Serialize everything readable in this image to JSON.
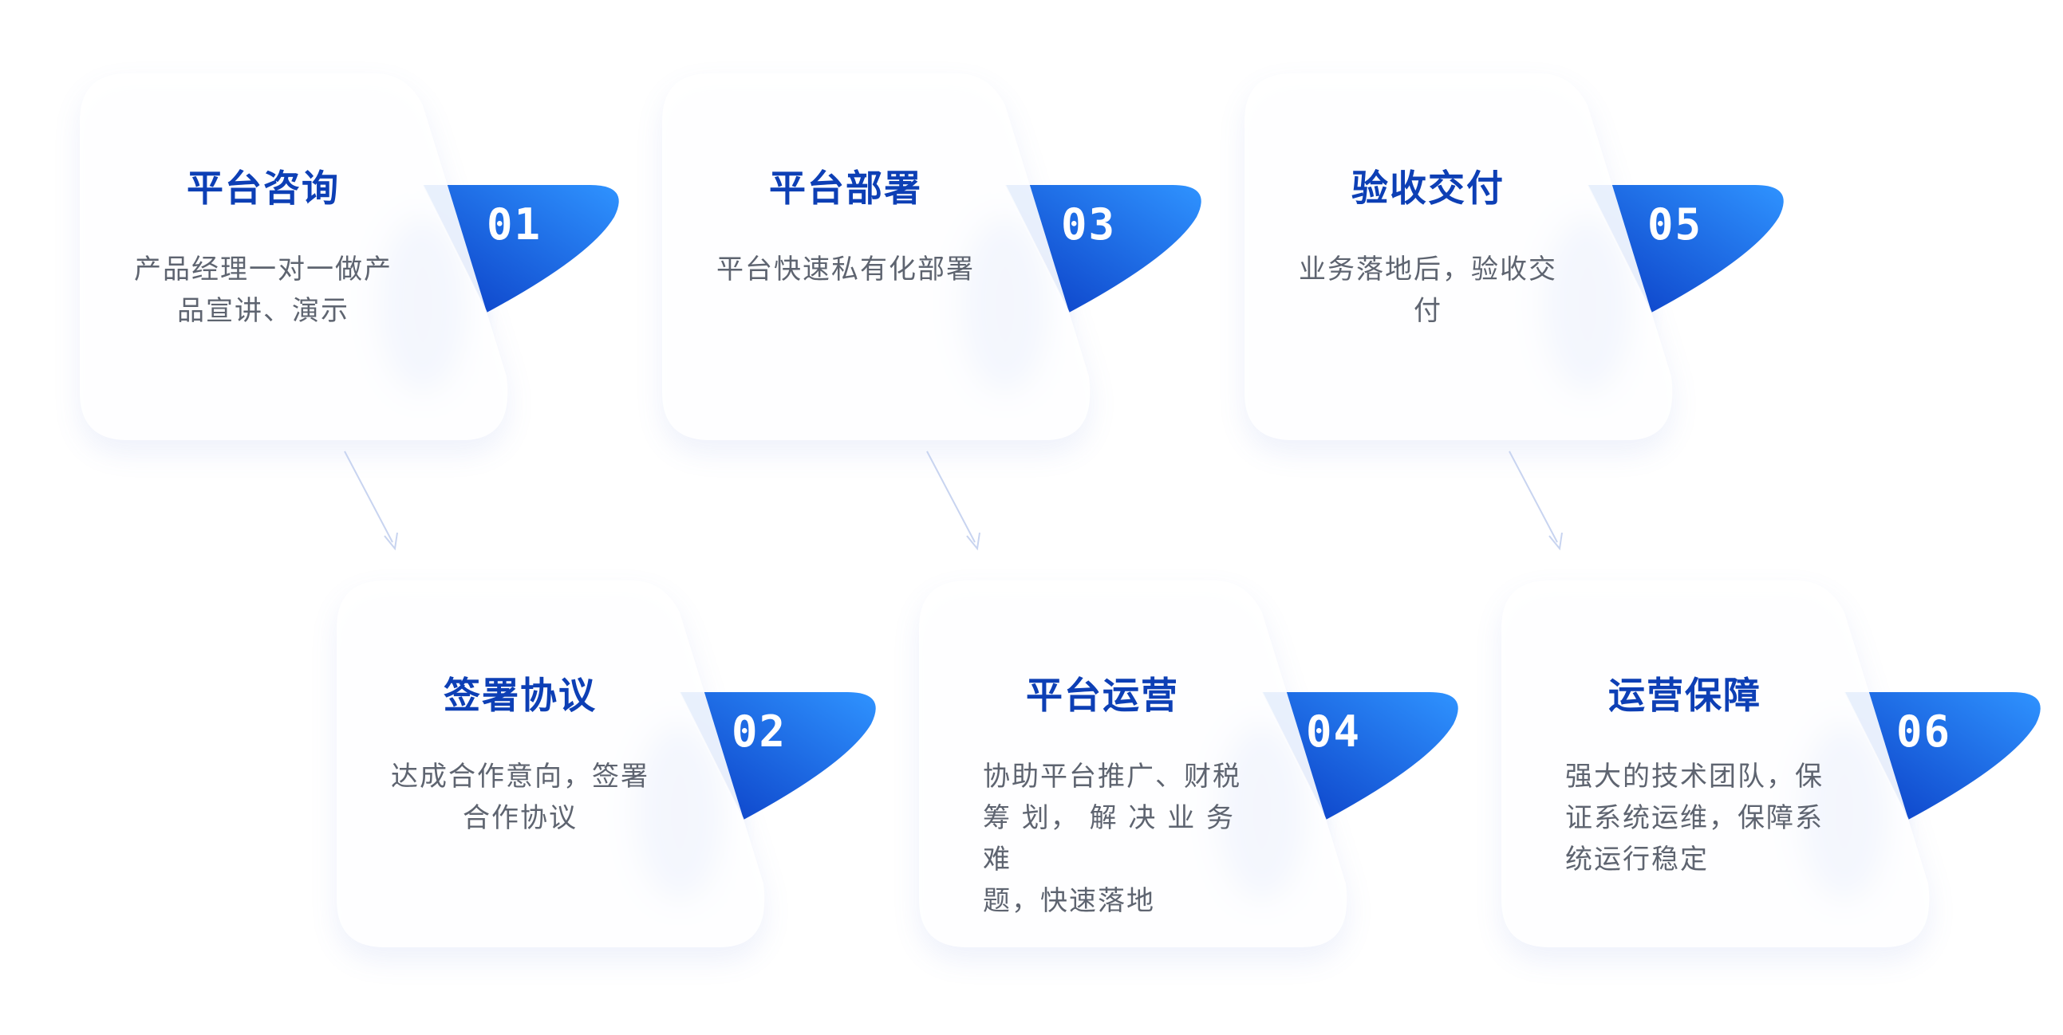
{
  "steps": [
    {
      "number": "01",
      "title": "平台咨询",
      "desc_lines": [
        "产品经理一对一做产",
        "品宣讲、演示"
      ]
    },
    {
      "number": "02",
      "title": "签署协议",
      "desc_lines": [
        "达成合作意向，签署",
        "合作协议"
      ]
    },
    {
      "number": "03",
      "title": "平台部署",
      "desc_lines": [
        "平台快速私有化部署"
      ]
    },
    {
      "number": "04",
      "title": "平台运营",
      "desc_lines": [
        "协助平台推广、财税",
        "筹 划， 解 决 业 务 难",
        "题，快速落地"
      ]
    },
    {
      "number": "05",
      "title": "验收交付",
      "desc_lines": [
        "业务落地后，验收交",
        "付"
      ]
    },
    {
      "number": "06",
      "title": "运营保障",
      "desc_lines": [
        "强大的技术团队，保",
        "证系统运维，保障系",
        "统运行稳定"
      ]
    }
  ],
  "colors": {
    "title": "#0d3fb5",
    "text": "#5e6470",
    "accent_start": "#0a3fc9",
    "accent_end": "#2b8bff"
  }
}
